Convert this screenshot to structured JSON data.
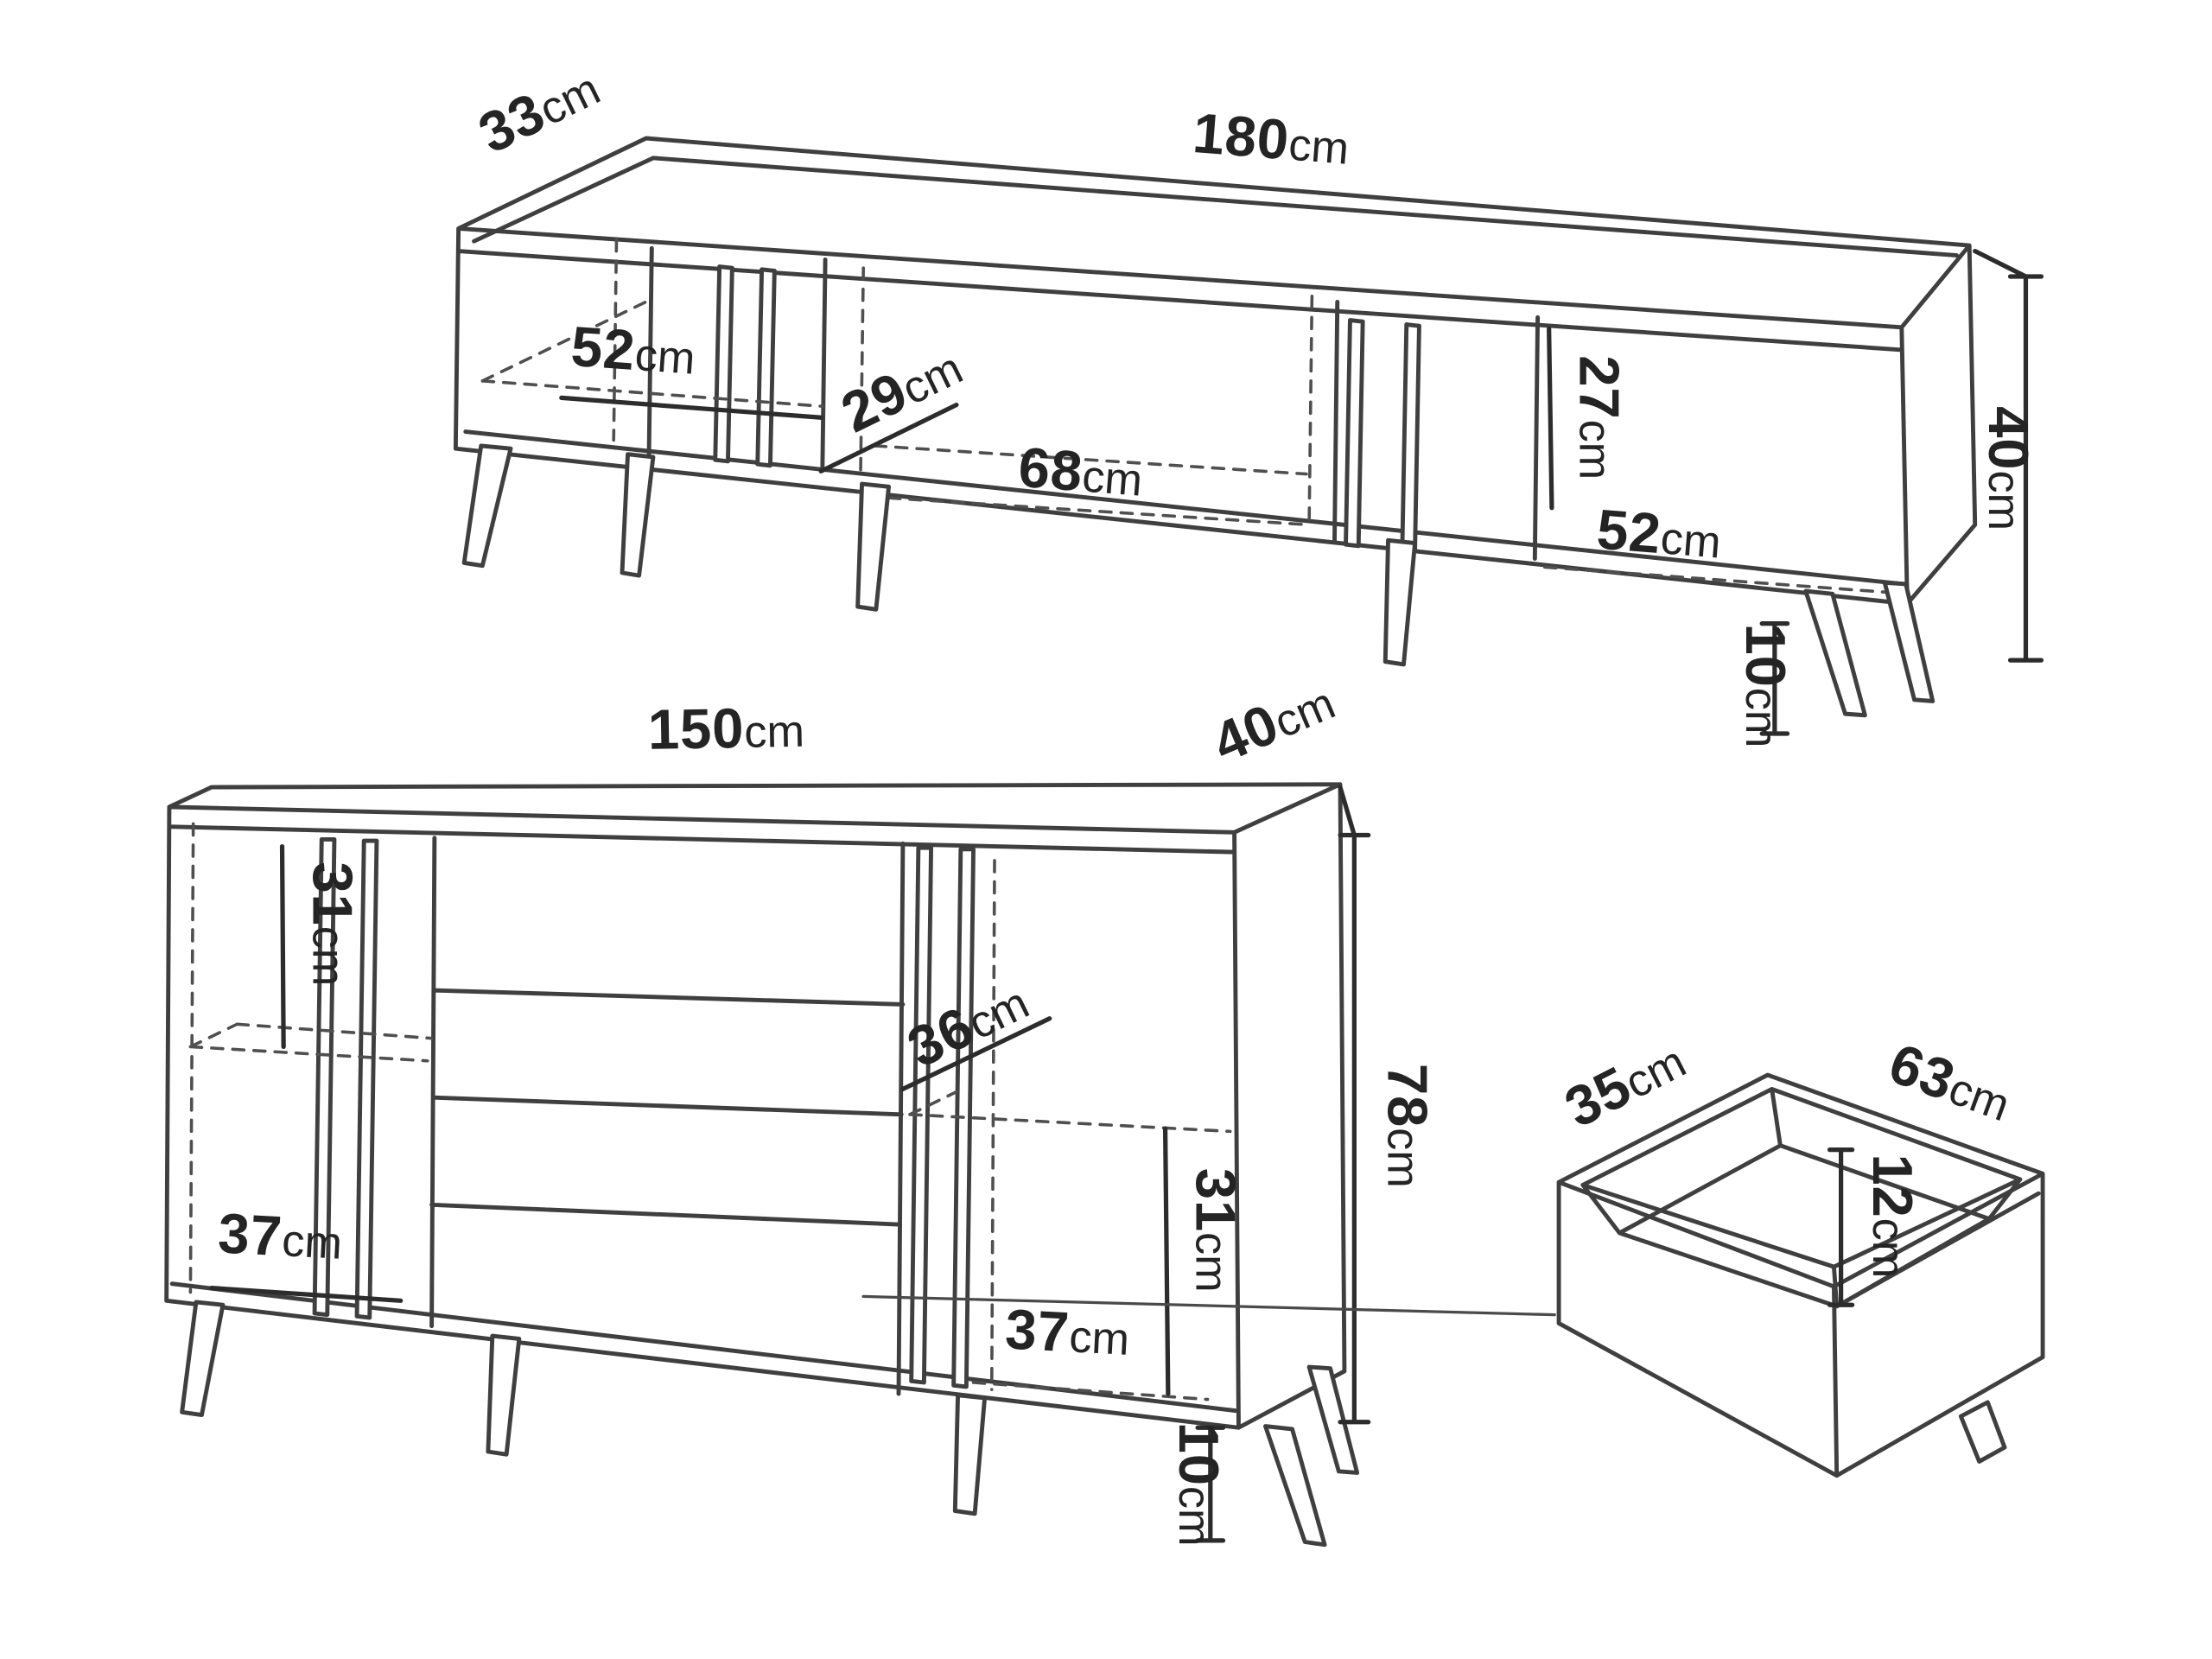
{
  "page": {
    "background": "#ffffff",
    "line_color": "#3f3f3f",
    "text_color": "#242424",
    "unit": "cm"
  },
  "pieces": {
    "tv_stand": {
      "dims": {
        "depth": {
          "value": "33",
          "unit": "cm"
        },
        "width": {
          "value": "180",
          "unit": "cm"
        },
        "left_shelf": {
          "value": "52",
          "unit": "cm"
        },
        "inner_depth": {
          "value": "29",
          "unit": "cm"
        },
        "middle_opening": {
          "value": "68",
          "unit": "cm"
        },
        "inner_height": {
          "value": "27",
          "unit": "cm"
        },
        "right_shelf": {
          "value": "52",
          "unit": "cm"
        },
        "height": {
          "value": "40",
          "unit": "cm"
        },
        "leg_height": {
          "value": "10",
          "unit": "cm"
        }
      }
    },
    "sideboard": {
      "dims": {
        "width": {
          "value": "150",
          "unit": "cm"
        },
        "depth": {
          "value": "40",
          "unit": "cm"
        },
        "upper_inner_height": {
          "value": "31",
          "unit": "cm"
        },
        "inner_depth": {
          "value": "36",
          "unit": "cm"
        },
        "height": {
          "value": "78",
          "unit": "cm"
        },
        "left_shelf": {
          "value": "37",
          "unit": "cm"
        },
        "lower_inner_height": {
          "value": "31",
          "unit": "cm"
        },
        "right_shelf": {
          "value": "37",
          "unit": "cm"
        },
        "leg_height": {
          "value": "10",
          "unit": "cm"
        }
      }
    },
    "drawer": {
      "dims": {
        "depth": {
          "value": "35",
          "unit": "cm"
        },
        "width": {
          "value": "63",
          "unit": "cm"
        },
        "height": {
          "value": "12",
          "unit": "cm"
        }
      }
    }
  }
}
